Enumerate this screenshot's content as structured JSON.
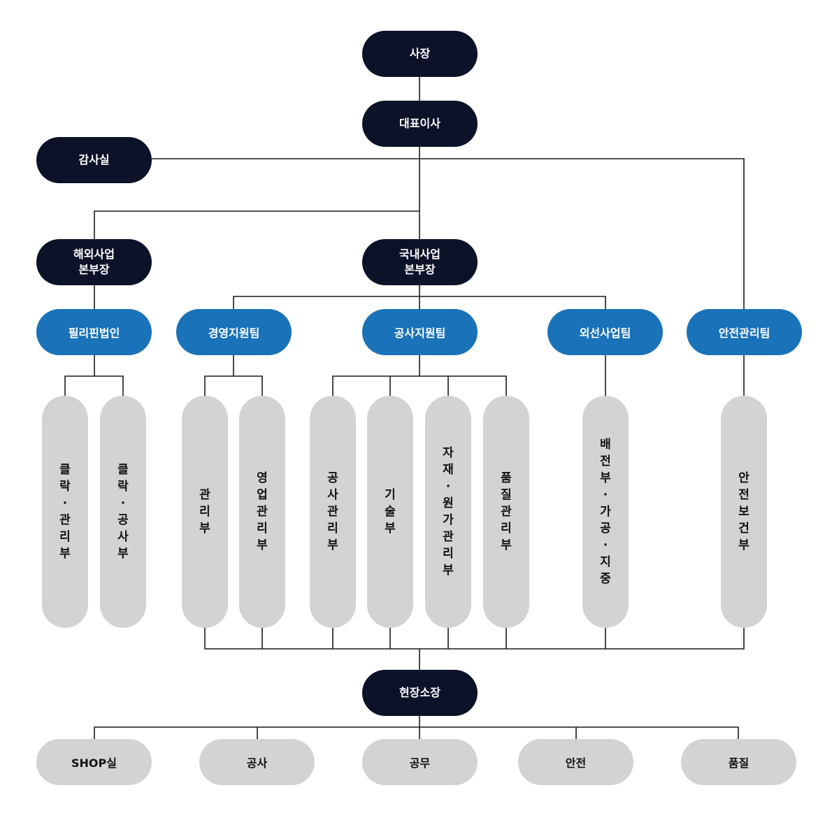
{
  "nodes": {
    "ceo": "사장",
    "president": "대표이사",
    "audit": "감사실",
    "overseas": "해외사업\n본부장",
    "domestic": "국내사업\n본부장",
    "philippines": "필리핀법인",
    "mgmt_support": "경영지원팀",
    "construction_support": "공사지원팀",
    "transmission": "외선사업팀",
    "safety_team": "안전관리팀",
    "site_manager": "현장소장"
  },
  "departments": [
    "클락·관리부",
    "클락·공사부",
    "관리부",
    "영업관리부",
    "공사관리부",
    "기술부",
    "자재·원가관리부",
    "품질관리부",
    "배전부·가공·지중",
    "안전보건부"
  ],
  "site_units": [
    "SHOP실",
    "공사",
    "공무",
    "안전",
    "품질"
  ],
  "colors": {
    "navy": "#0c1228",
    "blue": "#1a72b8",
    "grey": "#d3d3d3",
    "line": "#1a1a1a"
  }
}
